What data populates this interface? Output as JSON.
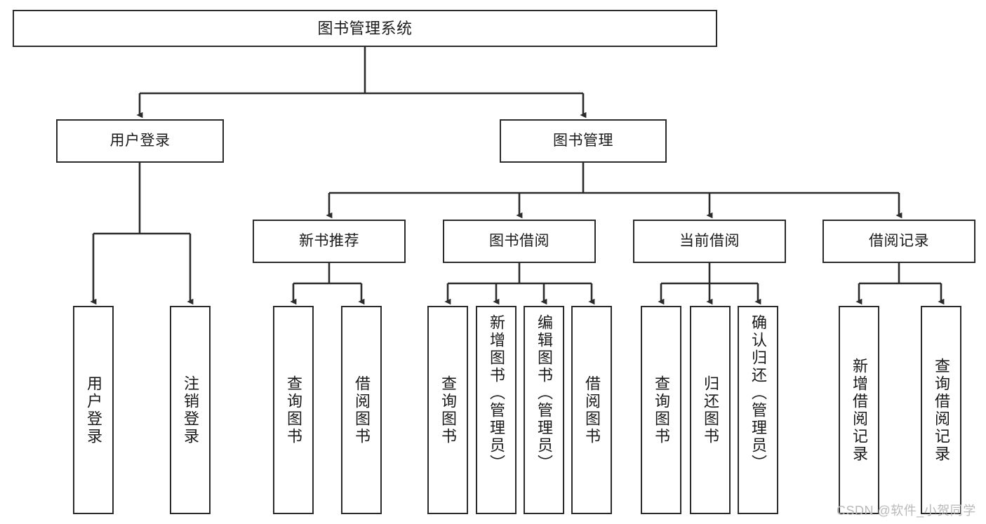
{
  "diagram": {
    "title": "图书管理系统",
    "type": "tree",
    "watermark": "CSDN @软件_小贺同学",
    "colors": {
      "stroke": "#2b2b2b",
      "fill": "#ffffff",
      "text": "#1a1a1a",
      "watermark": "#b9b9b9"
    },
    "levels": {
      "root": {
        "label": "图书管理系统"
      },
      "level2": [
        {
          "label": "用户登录"
        },
        {
          "label": "图书管理"
        }
      ],
      "level3": [
        {
          "label": "新书推荐"
        },
        {
          "label": "图书借阅"
        },
        {
          "label": "当前借阅"
        },
        {
          "label": "借阅记录"
        }
      ],
      "leaves": {
        "under_user_login": [
          {
            "label": "用户登录"
          },
          {
            "label": "注销登录"
          }
        ],
        "under_new_book": [
          {
            "label": "查询图书"
          },
          {
            "label": "借阅图书"
          }
        ],
        "under_book_borrow": [
          {
            "label": "查询图书"
          },
          {
            "label": "新增图书（管理员）"
          },
          {
            "label": "编辑图书（管理员）"
          },
          {
            "label": "借阅图书"
          }
        ],
        "under_current_borrow": [
          {
            "label": "查询图书"
          },
          {
            "label": "归还图书"
          },
          {
            "label": "确认归还（管理员）"
          }
        ],
        "under_borrow_record": [
          {
            "label": "新增借阅记录"
          },
          {
            "label": "查询借阅记录"
          }
        ]
      }
    }
  }
}
